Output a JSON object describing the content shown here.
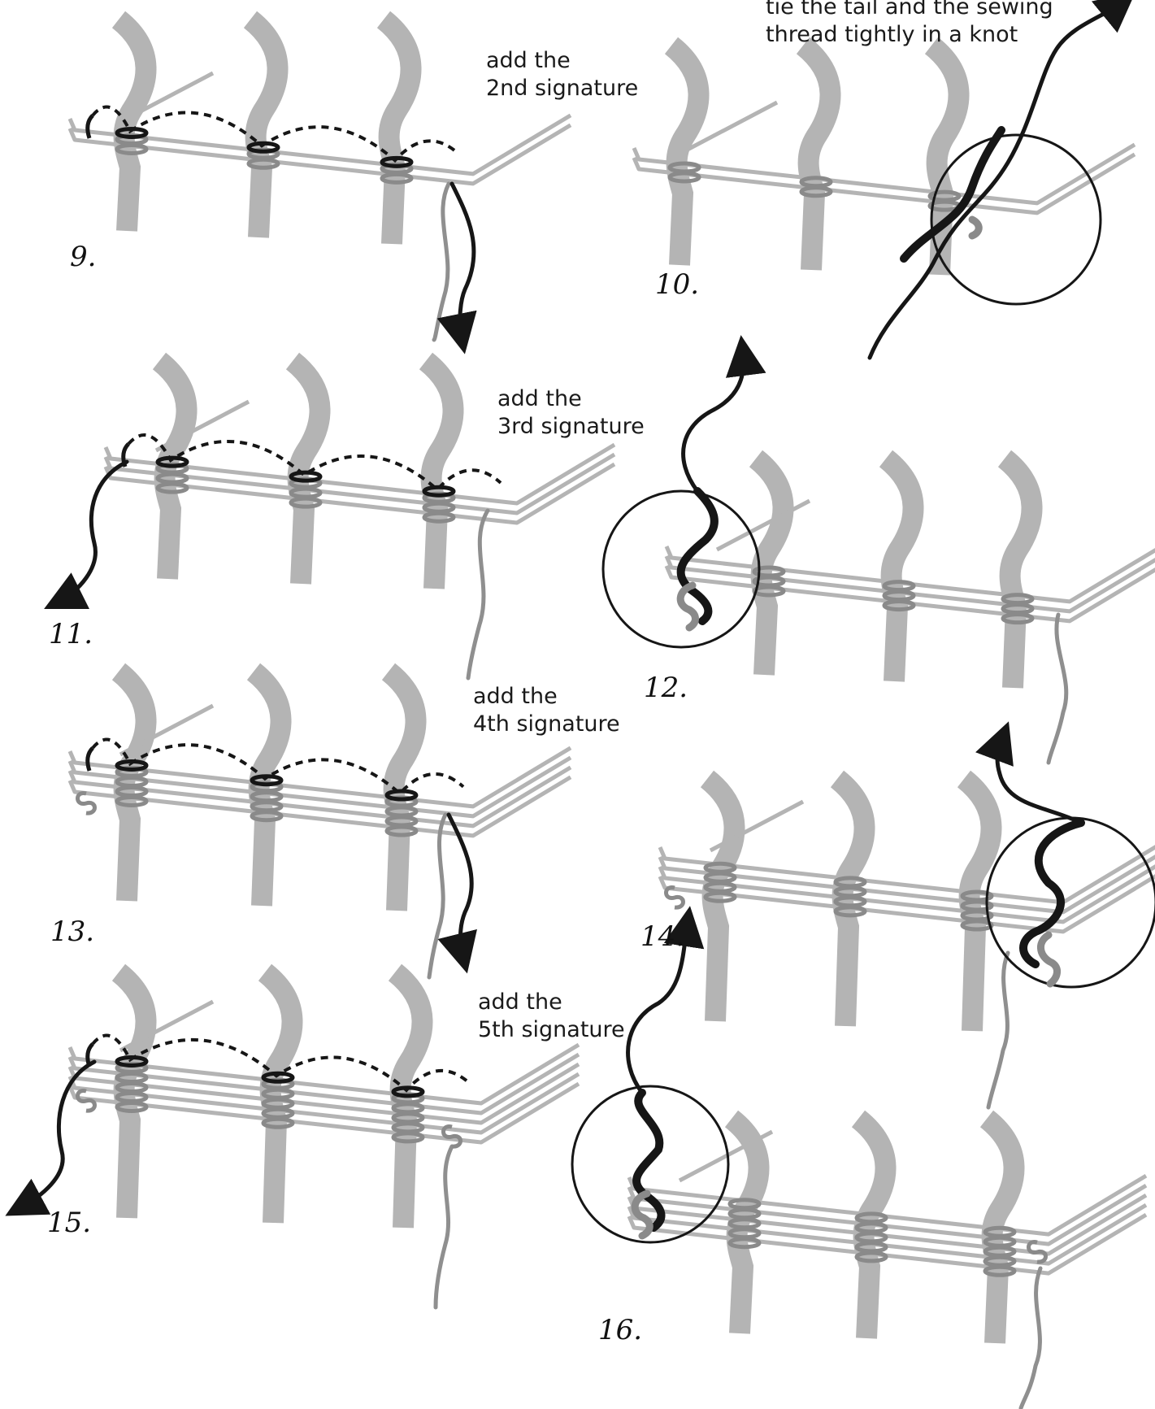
{
  "colors": {
    "tape": "#b4b4b4",
    "kettle": "#8a8a8a",
    "thread": "#161616",
    "tail": "#8f8f8f",
    "paper": "#ffffff"
  },
  "captions": {
    "c9_line1": "add the",
    "c9_line2": "2nd signature",
    "c10_line1": "tie the tail and the sewing",
    "c10_line2": "thread tightly in a knot",
    "c11_line1": "add the",
    "c11_line2": "3rd signature",
    "c13_line1": "add the",
    "c13_line2": "4th signature",
    "c15_line1": "add the",
    "c15_line2": "5th signature"
  },
  "steps": {
    "s9": "9.",
    "s10": "10.",
    "s11": "11.",
    "s12": "12.",
    "s13": "13.",
    "s14": "14.",
    "s15": "15.",
    "s16": "16."
  }
}
